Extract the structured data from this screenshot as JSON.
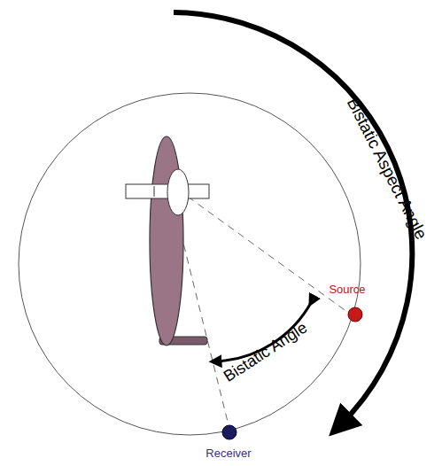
{
  "diagram": {
    "labels": [
      "Bistatic Aspect Angle",
      "Source",
      "Bistatic Angle",
      "Receiver"
    ]
  }
}
